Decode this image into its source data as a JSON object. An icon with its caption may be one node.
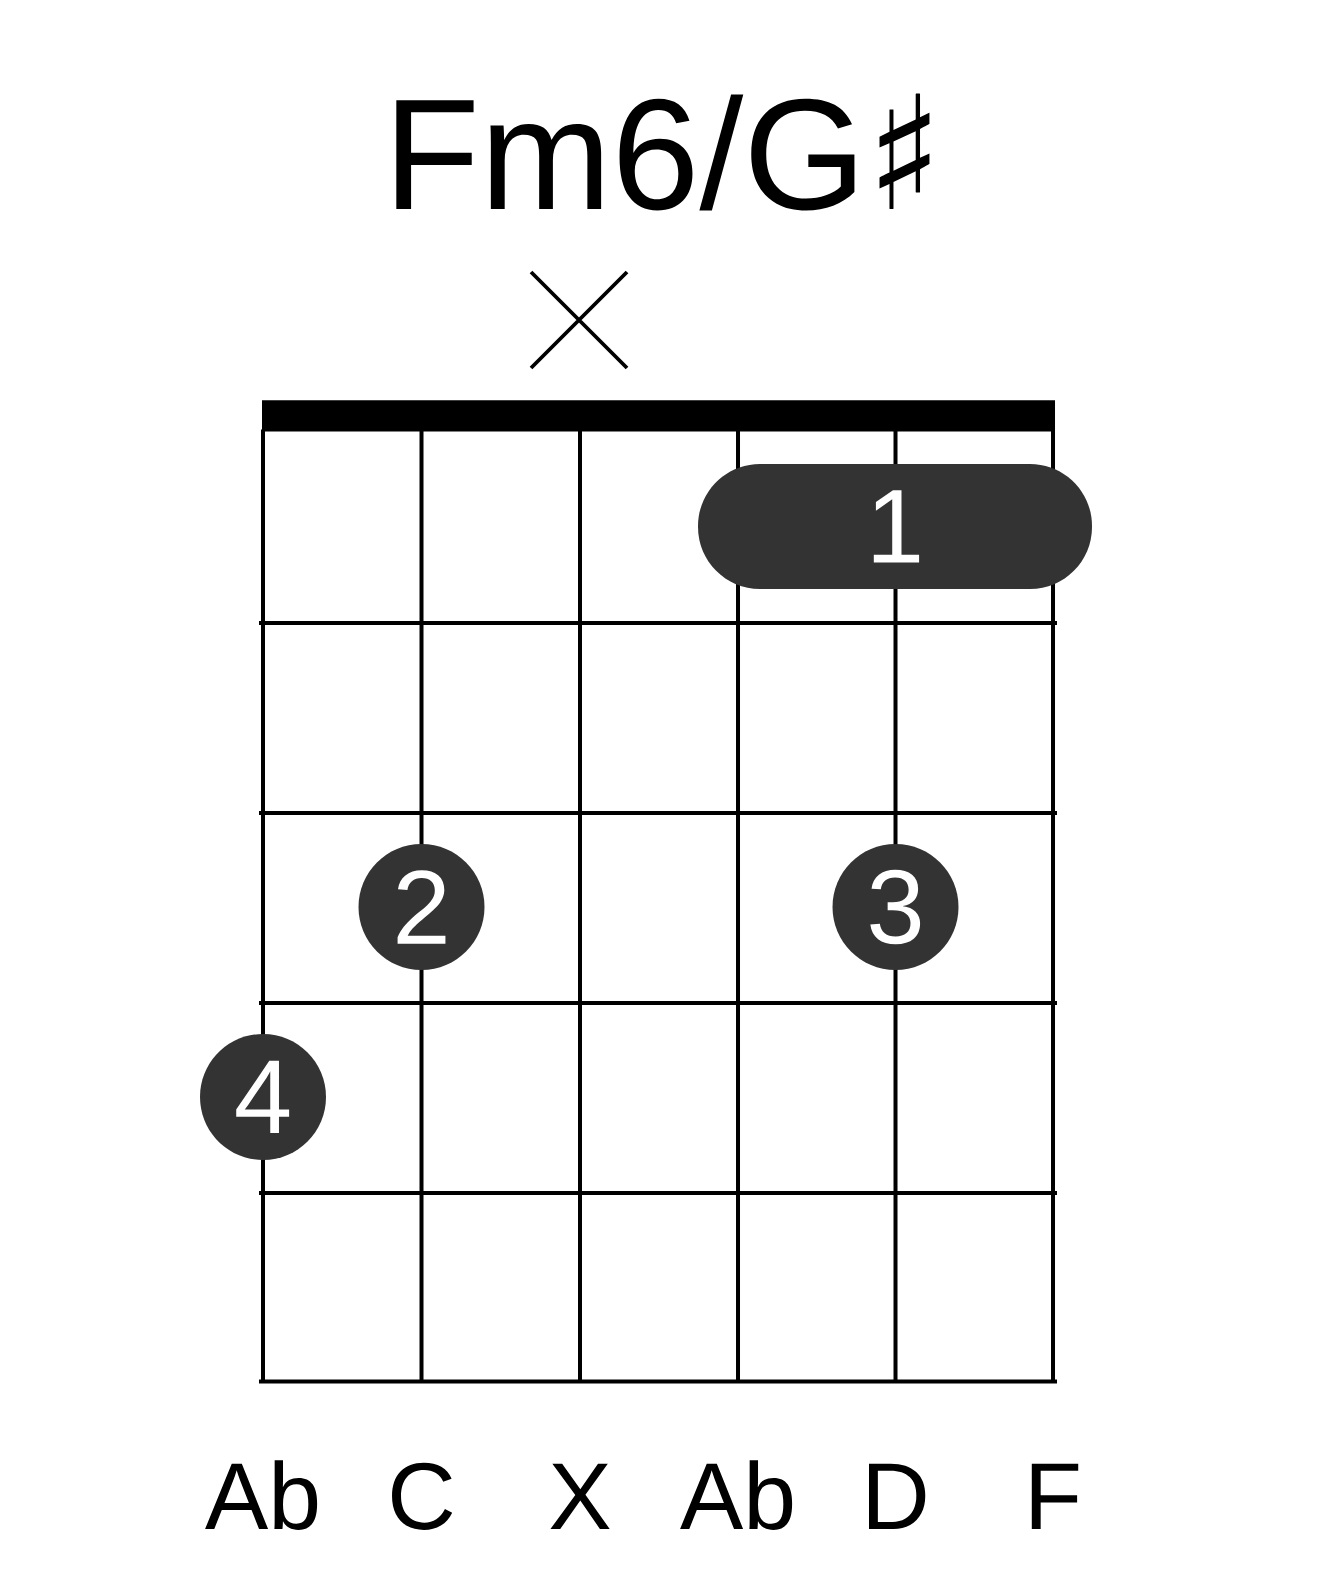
{
  "diagram": {
    "title": "Fm6/G♯",
    "nodes": [
      {
        "text": [
          "1"
        ]
      },
      {
        "text": [
          "2"
        ]
      },
      {
        "text": [
          "3"
        ]
      },
      {
        "text": [
          "4"
        ]
      }
    ],
    "labels": [
      "Ab",
      "C",
      "X",
      "Ab",
      "D",
      "F"
    ]
  }
}
